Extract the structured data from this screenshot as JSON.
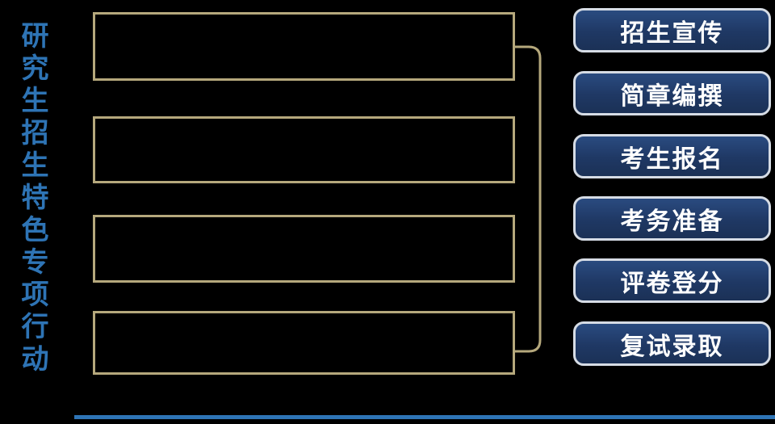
{
  "title": {
    "text": "研究生招生特色专项行动"
  },
  "process_boxes": [
    {
      "label": ""
    },
    {
      "label": ""
    },
    {
      "label": ""
    },
    {
      "label": ""
    }
  ],
  "steps": [
    {
      "label": "招生宣传"
    },
    {
      "label": "简章编撰"
    },
    {
      "label": "考生报名"
    },
    {
      "label": "考务准备"
    },
    {
      "label": "评卷登分"
    },
    {
      "label": "复试录取"
    }
  ],
  "colors": {
    "background": "#000000",
    "title_text": "#2E74B5",
    "box_border": "#B5A87C",
    "bracket": "#B5A87C",
    "step_fill": "#1F3864",
    "step_border": "#D6DCE5",
    "step_text": "#FFFFFF",
    "bottom_accent_line": "#2E74B5"
  }
}
